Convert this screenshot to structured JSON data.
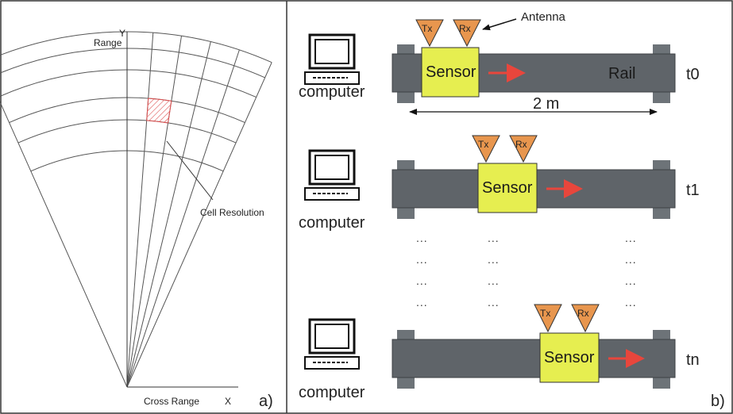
{
  "panel_a": {
    "y_axis_letter": "Y",
    "range_label": "Range",
    "x_axis_letter": "X",
    "cross_range_label": "Cross Range",
    "cell_resolution_label": "Cell Resolution",
    "panel_letter": "a)"
  },
  "panel_b": {
    "panel_letter": "b)",
    "antenna_label": "Antenna",
    "rail_label": "Rail",
    "distance_label": "2 m",
    "tx_label": "Tx",
    "rx_label": "Rx",
    "sensor_label": "Sensor",
    "computer_label": "computer",
    "rows": [
      {
        "time_label": "t0"
      },
      {
        "time_label": "t1"
      },
      {
        "time_label": "tn"
      }
    ],
    "ellipsis": "..."
  },
  "colors": {
    "rail": "#5f6469",
    "rail_block": "#6d7378",
    "sensor": "#e6ee50",
    "antenna": "#e8964e",
    "arrow": "#e8463c",
    "hatch": "#e05050",
    "grid": "#555555"
  }
}
